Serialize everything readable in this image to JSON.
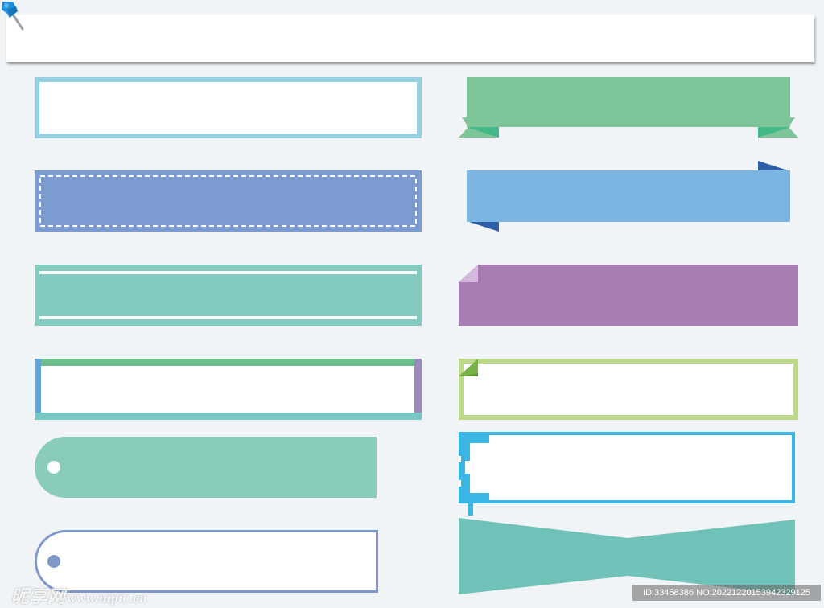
{
  "watermark": {
    "logo_text": "昵享网",
    "url_text": "www.nipic.cn"
  },
  "id_badge": {
    "text": "ID:33458386 NO:20221220153942329125"
  },
  "colors": {
    "background": "#f0f4f7",
    "light_blue_frame": "#94d0e0",
    "blue_dashed_fill": "#7c9bd1",
    "teal_fill": "#82cbbe",
    "green_ribbon": "#7fc59a",
    "green_ribbon_fold": "#45b88a",
    "sky_ribbon": "#7cb4e2",
    "sky_ribbon_fold": "#2f5fa8",
    "purple_fill": "#a77db4",
    "lime_frame": "#bcd98a",
    "cyan_frame": "#3ab6e4",
    "mint_tag": "#8accbb",
    "navy_outline": "#7f97c9",
    "bowtie_fill": "#70c1b7"
  },
  "icons": {
    "pushpin": "pushpin-icon"
  }
}
